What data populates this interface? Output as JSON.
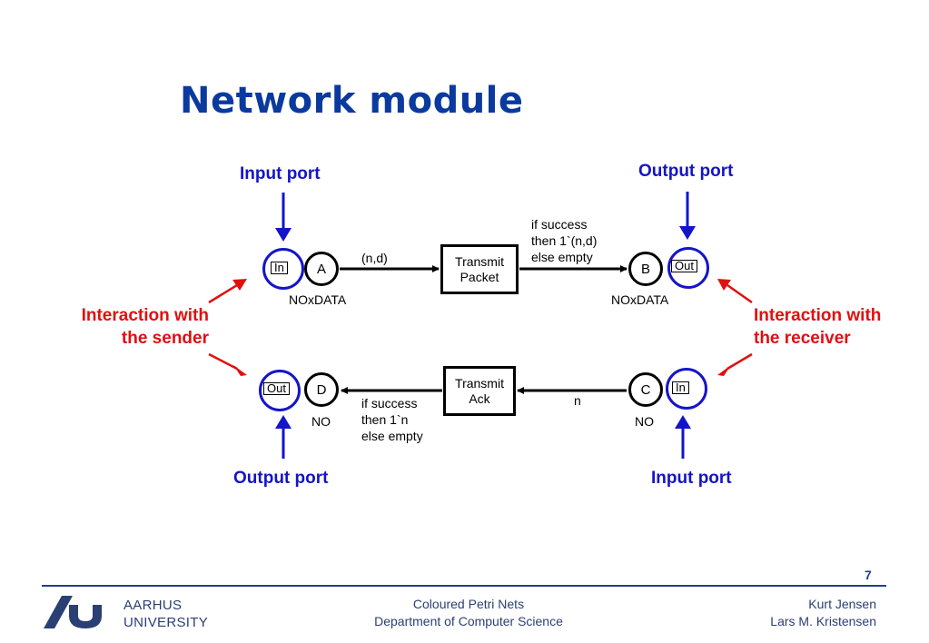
{
  "title": "Network module",
  "callouts": {
    "input_port_top": "Input port",
    "output_port_top": "Output port",
    "output_port_bottom": "Output port",
    "input_port_bottom": "Input port",
    "sender": [
      "Interaction with",
      "the sender"
    ],
    "receiver": [
      "Interaction with",
      "the receiver"
    ]
  },
  "places": {
    "a": {
      "name": "A",
      "port_tag": "In",
      "colour_set": "NOxDATA"
    },
    "b": {
      "name": "B",
      "port_tag": "Out",
      "colour_set": "NOxDATA"
    },
    "c": {
      "name": "C",
      "port_tag": "In",
      "colour_set": "NO"
    },
    "d": {
      "name": "D",
      "port_tag": "Out",
      "colour_set": "NO"
    }
  },
  "transitions": {
    "transmit_packet": [
      "Transmit",
      "Packet"
    ],
    "transmit_ack": [
      "Transmit",
      "Ack"
    ]
  },
  "arc_inscriptions": {
    "a_to_transmit_packet": "(n,d)",
    "transmit_packet_to_b": [
      "if success",
      "then 1`(n,d)",
      "else empty"
    ],
    "c_to_transmit_ack": "n",
    "transmit_ack_to_d": [
      "if success",
      "then 1`n",
      "else empty"
    ]
  },
  "colors": {
    "title": "#0b3a9e",
    "port_callout": "#1414c8",
    "interaction_callout": "#e01010",
    "footer": "#1f3f8f"
  },
  "footer": {
    "page_number": "7",
    "university": [
      "AARHUS",
      "UNIVERSITY"
    ],
    "course": [
      "Coloured Petri Nets",
      "Department of Computer Science"
    ],
    "authors": [
      "Kurt Jensen",
      "Lars M. Kristensen"
    ]
  }
}
